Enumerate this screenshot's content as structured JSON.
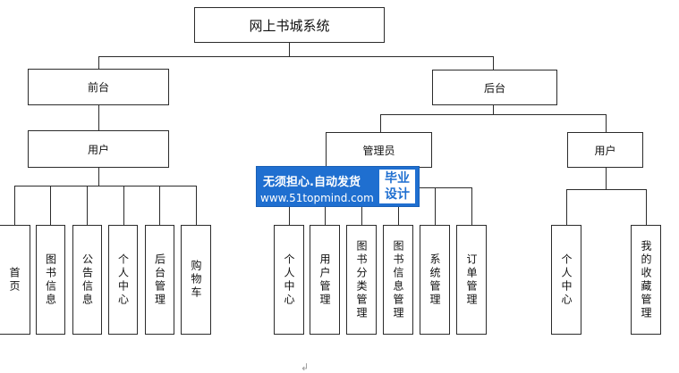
{
  "diagram": {
    "root": "网上书城系统",
    "front": {
      "label": "前台",
      "user": "用户",
      "modules": [
        "首页",
        "图书信息",
        "公告信息",
        "个人中心",
        "后台管理",
        "购物车"
      ]
    },
    "back": {
      "label": "后台",
      "admin": {
        "label": "管理员",
        "modules": [
          "个人中心",
          "用户管理",
          "图书分类管理",
          "图书信息管理",
          "系统管理",
          "订单管理"
        ]
      },
      "user": {
        "label": "用户",
        "modules": [
          "个人中心",
          "我的收藏管理"
        ]
      }
    }
  },
  "watermark": {
    "slogan": "无须担心.自动发货",
    "url": "www.51topmind.com",
    "badge_line1": "毕业",
    "badge_line2": "设计"
  },
  "colors": {
    "line": "#2b2b2b",
    "watermark_bg": "#1f6fd0"
  }
}
